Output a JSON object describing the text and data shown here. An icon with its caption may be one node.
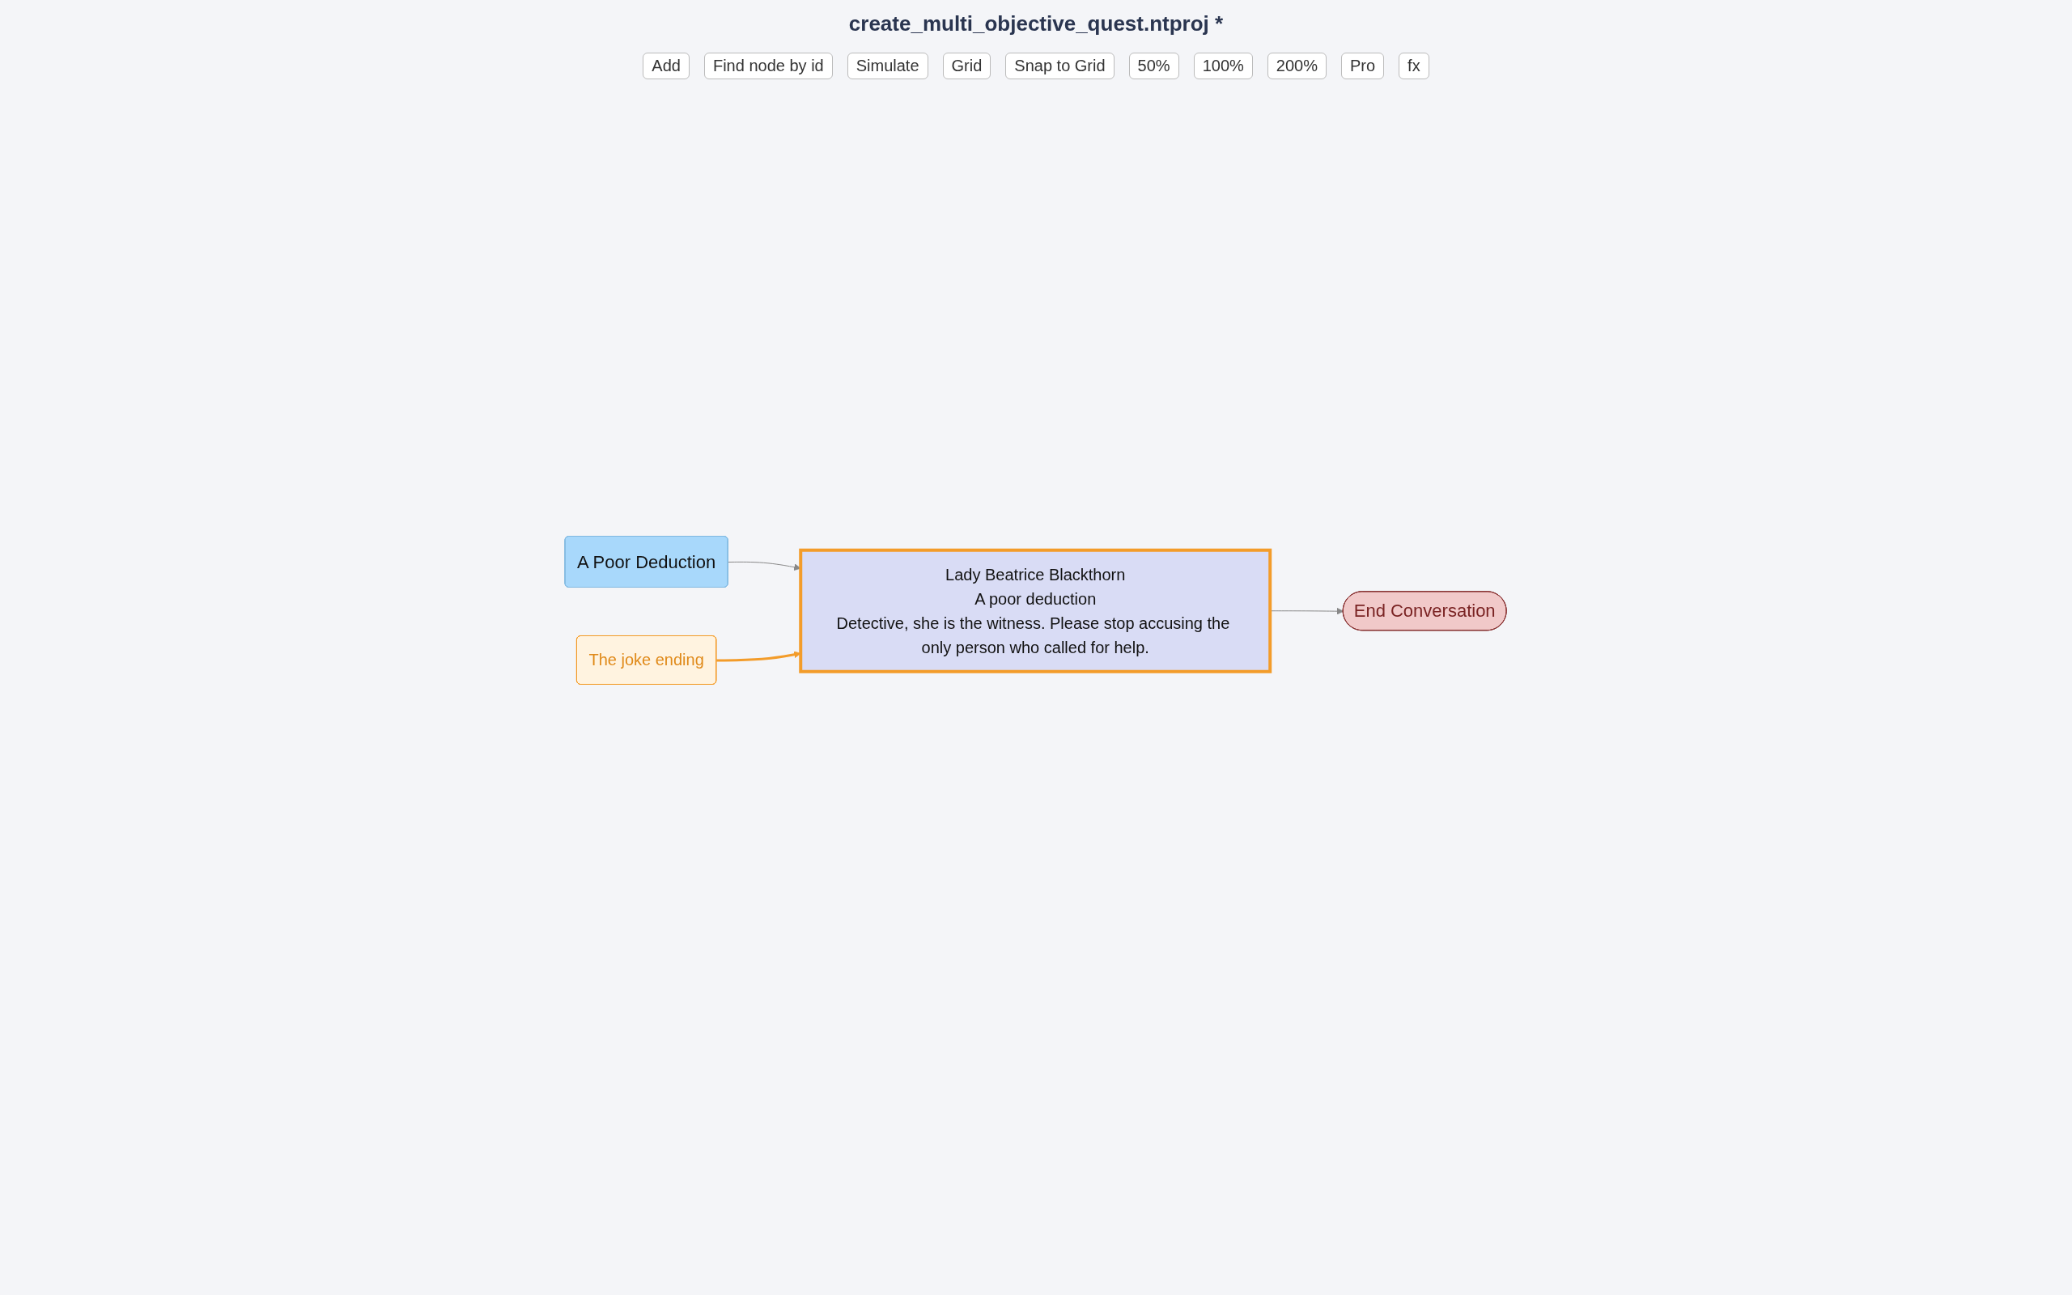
{
  "diagram": {
    "title": "create_multi_objective_quest.ntproj *",
    "nodes": [
      {
        "text": [
          "A Poor Deduction"
        ]
      },
      {
        "text": [
          "The joke ending"
        ]
      },
      {
        "text": [
          "Lady Beatrice Blackthorn",
          "A poor deduction",
          "Detective, she is the witness. Please stop accusing the only person who called for help."
        ]
      },
      {
        "text": [
          "End Conversation"
        ]
      }
    ],
    "edges": [
      {
        "from": 0,
        "to": 2,
        "arrow": "to"
      },
      {
        "from": 1,
        "to": 2,
        "arrow": "to",
        "color": "#f39c2a"
      },
      {
        "from": 2,
        "to": 3,
        "arrow": "to"
      }
    ],
    "labels": [
      "Add",
      "Find node by id",
      "Simulate",
      "Grid",
      "Snap to Grid",
      "50%",
      "100%",
      "200%",
      "Pro",
      "fx"
    ]
  }
}
